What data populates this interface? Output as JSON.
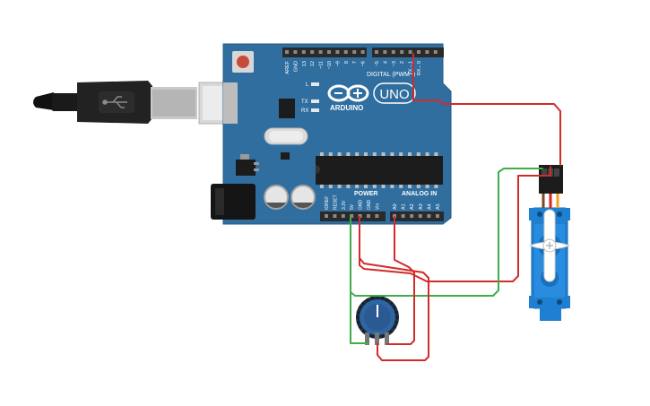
{
  "board": {
    "brand": "ARDUINO",
    "model": "UNO",
    "digital_header": "DIGITAL (PWM~)",
    "power_header": "POWER",
    "analog_header": "ANALOG IN",
    "led_l": "L",
    "led_tx": "TX",
    "led_rx": "RX",
    "digital_pins": [
      "AREF",
      "GND",
      "13",
      "12",
      "~11",
      "~10",
      "~9",
      "8",
      "7",
      "~6",
      "~5",
      "4",
      "~3",
      "2",
      "TX→1",
      "RX←0"
    ],
    "power_pins": [
      "IOREF",
      "RESET",
      "3.3V",
      "5V",
      "GND",
      "GND",
      "Vin"
    ],
    "analog_pins": [
      "A0",
      "A1",
      "A2",
      "A3",
      "A4",
      "A5"
    ]
  },
  "components": {
    "usb": "usb-cable",
    "potentiometer": "potentiometer",
    "servo": "servo-motor"
  },
  "wire_colors": {
    "red": "#d32a2a",
    "green": "#3fae49",
    "board_blue": "#2f6e9f",
    "servo_blue": "#1f7fd0"
  }
}
